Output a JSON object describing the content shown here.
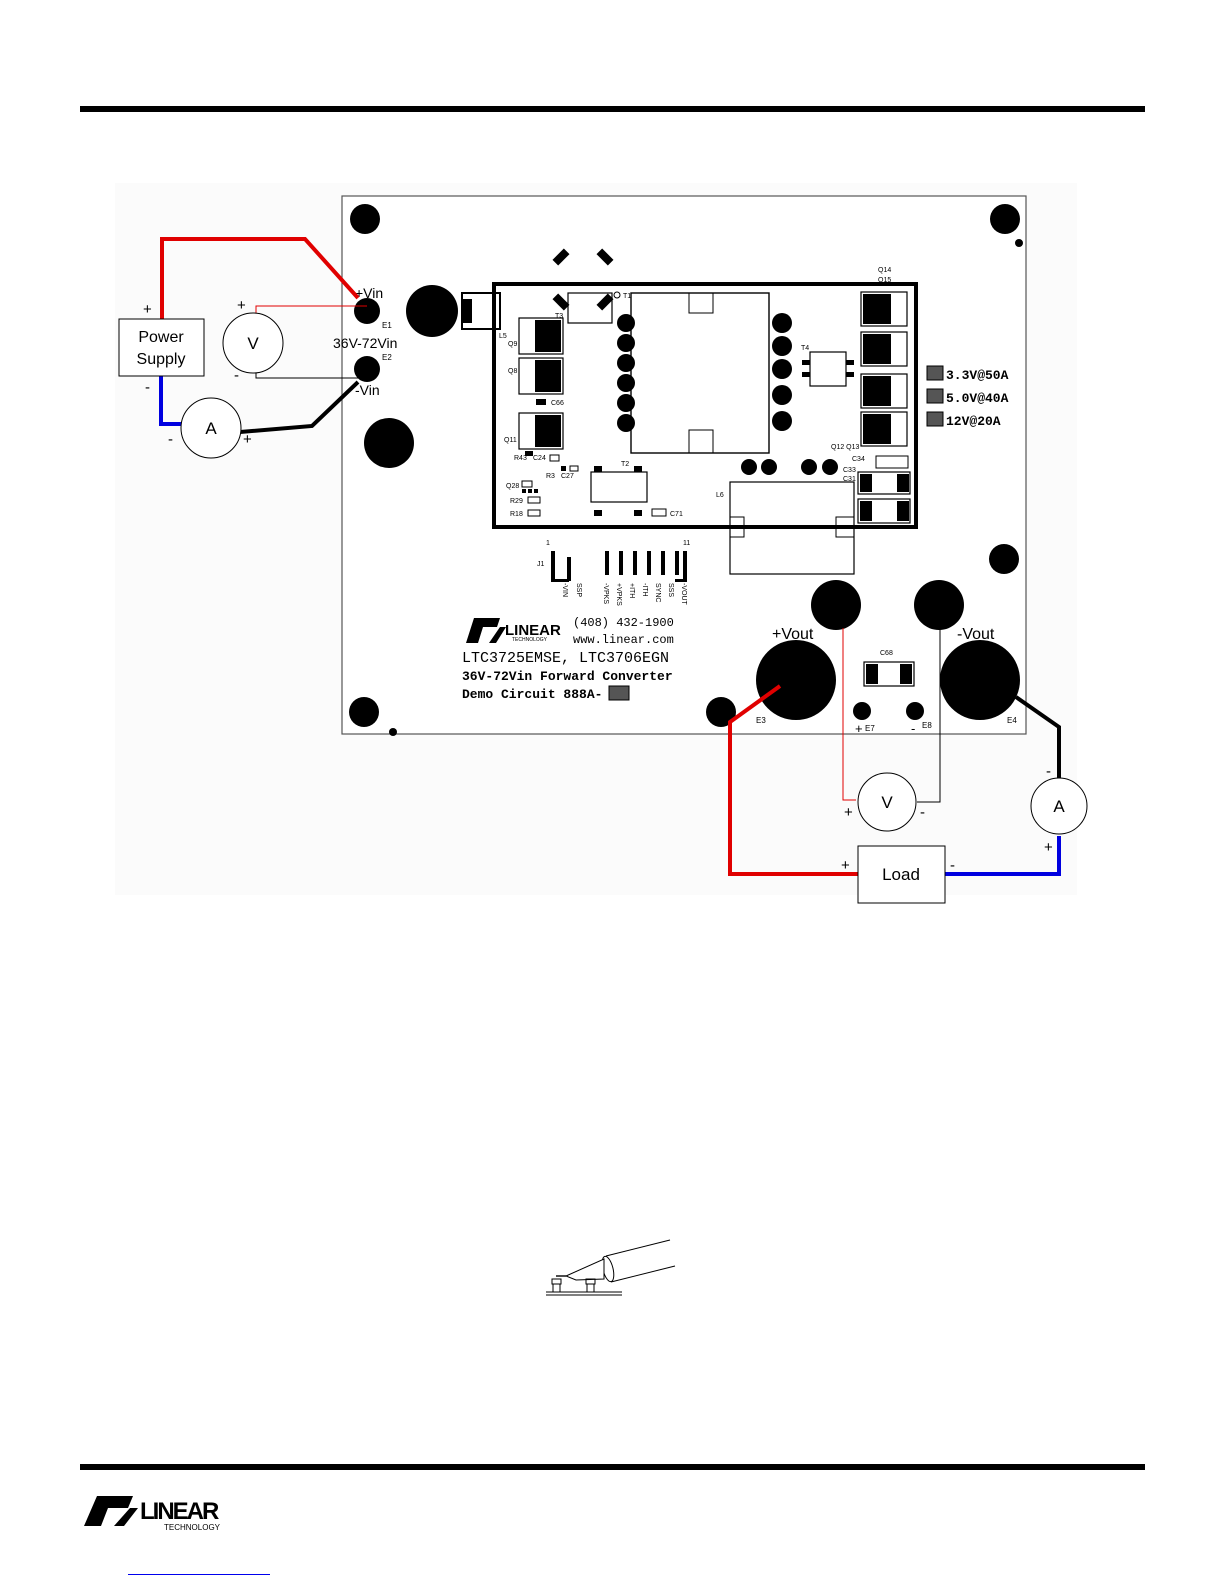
{
  "instruments": {
    "power_supply": {
      "line1": "Power",
      "line2": "Supply",
      "plus": "+",
      "minus": "-"
    },
    "input_voltmeter": {
      "label": "V",
      "plus": "+",
      "minus": "-"
    },
    "input_ammeter": {
      "label": "A",
      "plus": "+",
      "minus": "-"
    },
    "output_voltmeter": {
      "label": "V",
      "plus": "+",
      "minus": "-"
    },
    "output_ammeter": {
      "label": "A",
      "plus": "+",
      "minus": "-"
    },
    "load": {
      "label": "Load",
      "plus": "+",
      "minus": "-"
    }
  },
  "board": {
    "vin_plus": "+Vin",
    "vin_minus": "-Vin",
    "vin_range": "36V-72Vin",
    "vout_plus": "+Vout",
    "vout_minus": "-Vout",
    "terminals": {
      "e1": "E1",
      "e2": "E2",
      "e3": "E3",
      "e4": "E4",
      "e7": "E7",
      "e8": "E8",
      "e7_sign": "+",
      "e8_sign": "-"
    },
    "phone": "(408) 432-1900",
    "website": "www.linear.com",
    "part_numbers": "LTC3725EMSE, LTC3706EGN",
    "description": "36V-72Vin Forward Converter",
    "demo_circuit": "Demo Circuit 888A-",
    "logo_text": {
      "main": "LINEAR",
      "sub": "TECHNOLOGY"
    },
    "options": [
      "3.3V@50A",
      "5.0V@40A",
      "12V@20A"
    ],
    "components": {
      "q14": "Q14",
      "q15": "Q15",
      "t1": "T1",
      "t2": "T2",
      "t3": "T3",
      "t4": "T4",
      "l5": "L5",
      "l6": "L6",
      "q9": "Q9",
      "q8": "Q8",
      "q11": "Q11",
      "c66": "C66",
      "r43": "R43",
      "c24": "C24",
      "r3": "R3",
      "c27": "C27",
      "q28": "Q28",
      "r29": "R29",
      "r18": "R18",
      "c71": "C71",
      "q12q13": "Q12 Q13",
      "c34": "C34",
      "c33": "C33",
      "c31": "C31",
      "c68": "C68",
      "j1": "J1",
      "pin1": "1",
      "pin11": "11"
    },
    "header_pins": [
      "-VIN",
      "SSP",
      "-VPKS",
      "+VPKS",
      "+ITH",
      "-ITH",
      "SYNC",
      "SSS",
      "-VOUT"
    ]
  },
  "footer_logo": {
    "main": "LINEAR",
    "sub": "TECHNOLOGY"
  }
}
